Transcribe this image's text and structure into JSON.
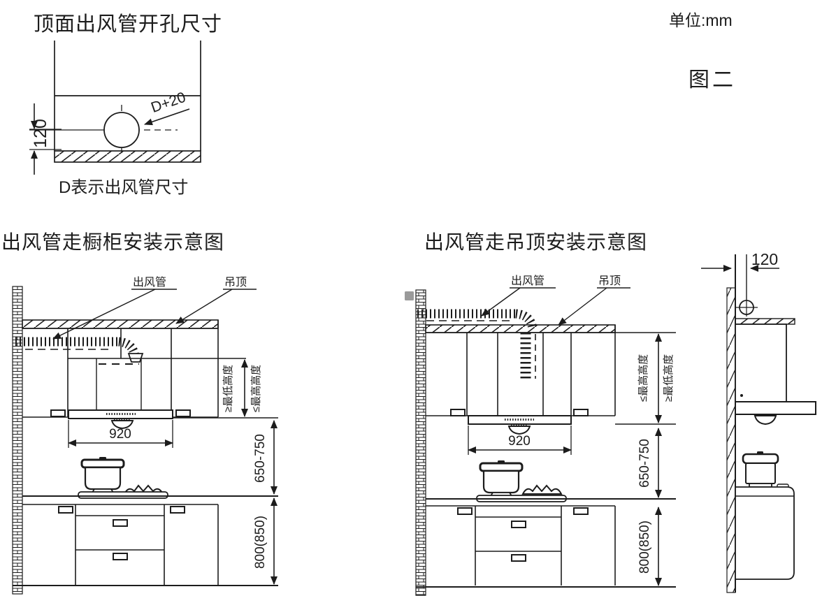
{
  "header": {
    "unit_label": "单位:mm",
    "figure_label": "图二"
  },
  "hole_diagram": {
    "title": "顶面出风管开孔尺寸",
    "hole_dim_label": "D+20",
    "offset_dim_label": "120",
    "caption": "D表示出风管尺寸"
  },
  "cabinet_route": {
    "title": "出风管走橱柜安装示意图",
    "duct_label": "出风管",
    "ceiling_label": "吊顶",
    "min_height_label": "≥最低高度",
    "max_height_label": "≤最高高度",
    "hood_width_label": "920",
    "hood_to_counter_label": "650-750",
    "counter_height_label": "800(850)"
  },
  "ceiling_route": {
    "title": "出风管走吊顶安装示意图",
    "duct_label": "出风管",
    "ceiling_label": "吊顶",
    "max_height_label": "≤最高高度",
    "min_height_label": "≥最低高度",
    "hood_width_label": "920",
    "hood_to_counter_label": "650-750",
    "counter_height_label": "800(850)"
  },
  "side_view": {
    "wall_offset_label": "120"
  },
  "colors": {
    "line": "#1c1c1c",
    "background": "#ffffff",
    "accent_gray": "#9a9a9a"
  }
}
